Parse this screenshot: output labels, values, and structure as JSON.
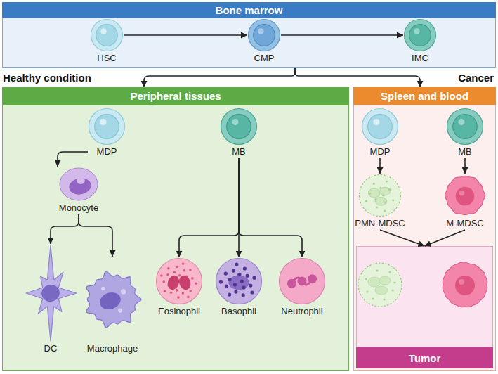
{
  "diagram": {
    "nodes": [
      {
        "text": [
          "Bone marrow"
        ]
      },
      {
        "text": [
          "HSC"
        ],
        "in": 0
      },
      {
        "text": [
          "CMP"
        ],
        "in": 0
      },
      {
        "text": [
          "IMC"
        ],
        "in": 0
      },
      {
        "text": [
          "Peripheral tissues"
        ]
      },
      {
        "text": [
          "MDP"
        ],
        "in": 4
      },
      {
        "text": [
          "MB"
        ],
        "in": 4
      },
      {
        "text": [
          "Monocyte"
        ],
        "in": 4
      },
      {
        "text": [
          "DC"
        ],
        "in": 4
      },
      {
        "text": [
          "Macrophage"
        ],
        "in": 4
      },
      {
        "text": [
          "Eosinophil"
        ],
        "in": 4
      },
      {
        "text": [
          "Basophil"
        ],
        "in": 4
      },
      {
        "text": [
          "Neutrophil"
        ],
        "in": 4
      },
      {
        "text": [
          "Spleen and blood"
        ]
      },
      {
        "text": [
          "MDP"
        ],
        "in": 13
      },
      {
        "text": [
          "MB"
        ],
        "in": 13
      },
      {
        "text": [
          "PMN-MDSC"
        ],
        "in": 13
      },
      {
        "text": [
          "M-MDSC"
        ],
        "in": 13
      },
      {
        "text": [
          "Tumor"
        ],
        "in": 13
      }
    ],
    "edges": [
      {
        "from": 1,
        "to": 2,
        "arrow": "to"
      },
      {
        "from": 2,
        "to": 3,
        "arrow": "to"
      },
      {
        "from": 0,
        "to": 4,
        "arrow": "to"
      },
      {
        "from": 0,
        "to": 13,
        "arrow": "to"
      },
      {
        "from": 5,
        "to": 7,
        "arrow": "to"
      },
      {
        "from": 7,
        "to": 8,
        "arrow": "to"
      },
      {
        "from": 7,
        "to": 9,
        "arrow": "to"
      },
      {
        "from": 6,
        "to": 10,
        "arrow": "to"
      },
      {
        "from": 6,
        "to": 11,
        "arrow": "to"
      },
      {
        "from": 6,
        "to": 12,
        "arrow": "to"
      },
      {
        "from": 14,
        "to": 16,
        "arrow": "to"
      },
      {
        "from": 15,
        "to": 17,
        "arrow": "to"
      },
      {
        "from": 16,
        "to": 18,
        "arrow": "to"
      },
      {
        "from": 17,
        "to": 18,
        "arrow": "to"
      }
    ],
    "labels": [
      "Healthy condition",
      "Cancer"
    ]
  }
}
